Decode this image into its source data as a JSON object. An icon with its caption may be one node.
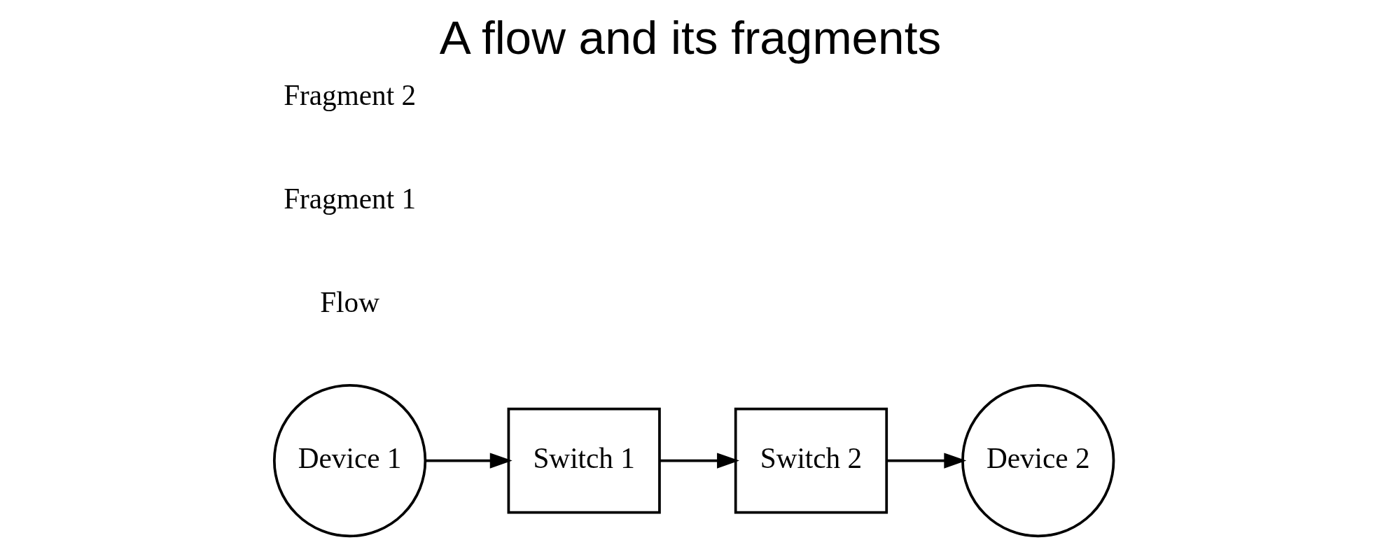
{
  "diagram": {
    "title": "A flow and its fragments",
    "nodes": [
      {
        "text": [
          "Device 1"
        ]
      },
      {
        "text": [
          "Switch 1"
        ]
      },
      {
        "text": [
          "Switch 2"
        ]
      },
      {
        "text": [
          "Device 2"
        ]
      }
    ],
    "edges": [
      {
        "from": 0,
        "to": 1,
        "arrow": "to"
      },
      {
        "from": 1,
        "to": 2,
        "arrow": "to"
      },
      {
        "from": 2,
        "to": 3,
        "arrow": "to"
      }
    ],
    "labels": [
      "Flow",
      "Fragment 1",
      "Fragment 2"
    ]
  }
}
